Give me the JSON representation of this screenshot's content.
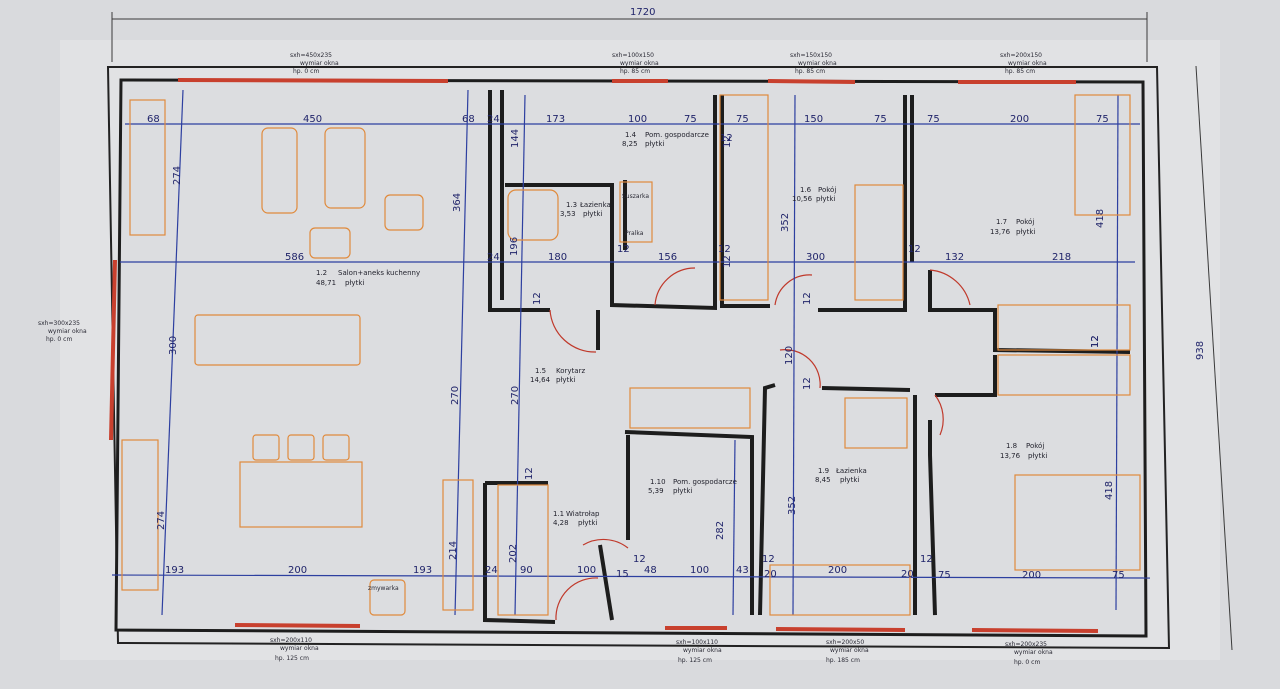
{
  "overall": {
    "width": "1720",
    "depth": "938"
  },
  "windows": {
    "top1": {
      "size": "sxh=450x235",
      "note": "wymiar okna",
      "sill": "hp. 0 cm"
    },
    "top2": {
      "size": "sxh=100x150",
      "note": "wymiar okna",
      "sill": "hp. 85 cm"
    },
    "top3": {
      "size": "sxh=150x150",
      "note": "wymiar okna",
      "sill": "hp. 85 cm"
    },
    "top4": {
      "size": "sxh=200x150",
      "note": "wymiar okna",
      "sill": "hp. 85 cm"
    },
    "left": {
      "size": "sxh=300x235",
      "note": "wymiar okna",
      "sill": "hp. 0 cm"
    },
    "bottom1": {
      "size": "sxh=200x110",
      "note": "wymiar okna",
      "sill": "hp. 125 cm"
    },
    "bottom2": {
      "size": "sxh=100x110",
      "note": "wymiar okna",
      "sill": "hp. 125 cm"
    },
    "bottom3": {
      "size": "sxh=200x50",
      "note": "wymiar okna",
      "sill": "hp. 185 cm"
    },
    "bottom4": {
      "size": "sxh=200x235",
      "note": "wymiar okna",
      "sill": "hp. 0 cm"
    }
  },
  "rooms": [
    {
      "num": "1.2",
      "name": "Salon+aneks kuchenny",
      "area": "48,71",
      "floor": "płytki"
    },
    {
      "num": "1.3",
      "name": "Łazienka",
      "area": "3,53",
      "floor": "płytki"
    },
    {
      "num": "1.4",
      "name": "Pom. gospodarcze",
      "area": "8,25",
      "floor": "płytki"
    },
    {
      "num": "1.6",
      "name": "Pokój",
      "area": "10,56",
      "floor": "płytki"
    },
    {
      "num": "1.7",
      "name": "Pokój",
      "area": "13,76",
      "floor": "płytki"
    },
    {
      "num": "1.5",
      "name": "Korytarz",
      "area": "14,64",
      "floor": "płytki"
    },
    {
      "num": "1.10",
      "name": "Pom. gospodarcze",
      "area": "5,39",
      "floor": "płytki"
    },
    {
      "num": "1.9",
      "name": "Łazienka",
      "area": "8,45",
      "floor": "płytki"
    },
    {
      "num": "1.8",
      "name": "Pokój",
      "area": "13,76",
      "floor": "płytki"
    },
    {
      "num": "1.1",
      "name": "Wiatrołap",
      "area": "4,28",
      "floor": "płytki"
    }
  ],
  "fixtures": {
    "dryer": "Suszarka",
    "washer": "Pralka",
    "sink": "zmywarka"
  },
  "dims_top": [
    "68",
    "450",
    "68",
    "24",
    "173",
    "100",
    "75",
    "12",
    "75",
    "150",
    "75",
    "75",
    "200",
    "75"
  ],
  "dims_mid": [
    "586",
    "24",
    "180",
    "12",
    "156",
    "12",
    "300",
    "12",
    "132",
    "218"
  ],
  "dims_bottom": [
    "193",
    "200",
    "193",
    "24",
    "90",
    "100",
    "15",
    "12",
    "48",
    "100",
    "43",
    "12",
    "20",
    "200",
    "20",
    "12",
    "75",
    "200",
    "75"
  ],
  "dims_left": [
    "274",
    "300",
    "274"
  ],
  "dims_vert": [
    "144",
    "364",
    "196",
    "12",
    "352",
    "12",
    "418",
    "12",
    "270",
    "270",
    "214",
    "202",
    "12",
    "282",
    "120",
    "12",
    "352",
    "418",
    "12",
    "12",
    "12"
  ]
}
